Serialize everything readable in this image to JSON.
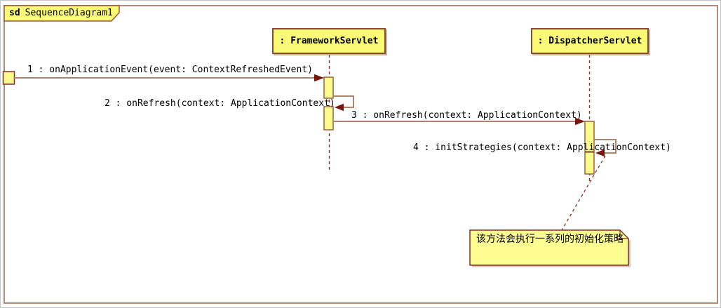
{
  "frame": {
    "keyword": "sd",
    "name": "SequenceDiagram1"
  },
  "lifelines": [
    {
      "id": "framework-servlet",
      "label": ": FrameworkServlet"
    },
    {
      "id": "dispatcher-servlet",
      "label": ": DispatcherServlet"
    }
  ],
  "messages": [
    {
      "seq": "1",
      "label": "1 : onApplicationEvent(event: ContextRefreshedEvent)",
      "kind": "sync",
      "from": "found-gate",
      "to": "framework-servlet"
    },
    {
      "seq": "2",
      "label": "2 : onRefresh(context: ApplicationContext)",
      "kind": "self",
      "from": "framework-servlet",
      "to": "framework-servlet"
    },
    {
      "seq": "3",
      "label": "3 : onRefresh(context: ApplicationContext)",
      "kind": "sync",
      "from": "framework-servlet",
      "to": "dispatcher-servlet"
    },
    {
      "seq": "4",
      "label": "4 : initStrategies(context: ApplicationContext)",
      "kind": "self",
      "from": "dispatcher-servlet",
      "to": "dispatcher-servlet"
    }
  ],
  "note": {
    "text": "该方法会执行一系列的初始化策略"
  },
  "colors": {
    "frame-border": "#B48A76",
    "tab-border": "#A5543B",
    "box-fill": "#FBFB77",
    "box-border": "#8C4A2E",
    "activation-fill": "#FCFC8E",
    "activation-border": "#9A6340",
    "lifeline": "#8B3222",
    "message-line": "#B3836C",
    "arrow-head": "#7A150B",
    "note-fill": "#FDFD91",
    "note-border": "#8B2A2A",
    "text": "#000000"
  }
}
